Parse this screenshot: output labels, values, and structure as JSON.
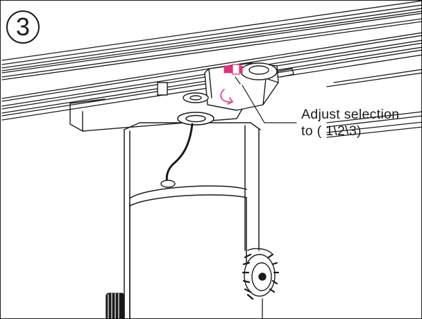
{
  "step": {
    "number": "3"
  },
  "callout": {
    "line1": "Adjust selection",
    "line2": "to ( 1\\2\\3)"
  },
  "colors": {
    "line": "#1a1a1a",
    "accent": "#e0337f",
    "background": "#ffffff"
  }
}
